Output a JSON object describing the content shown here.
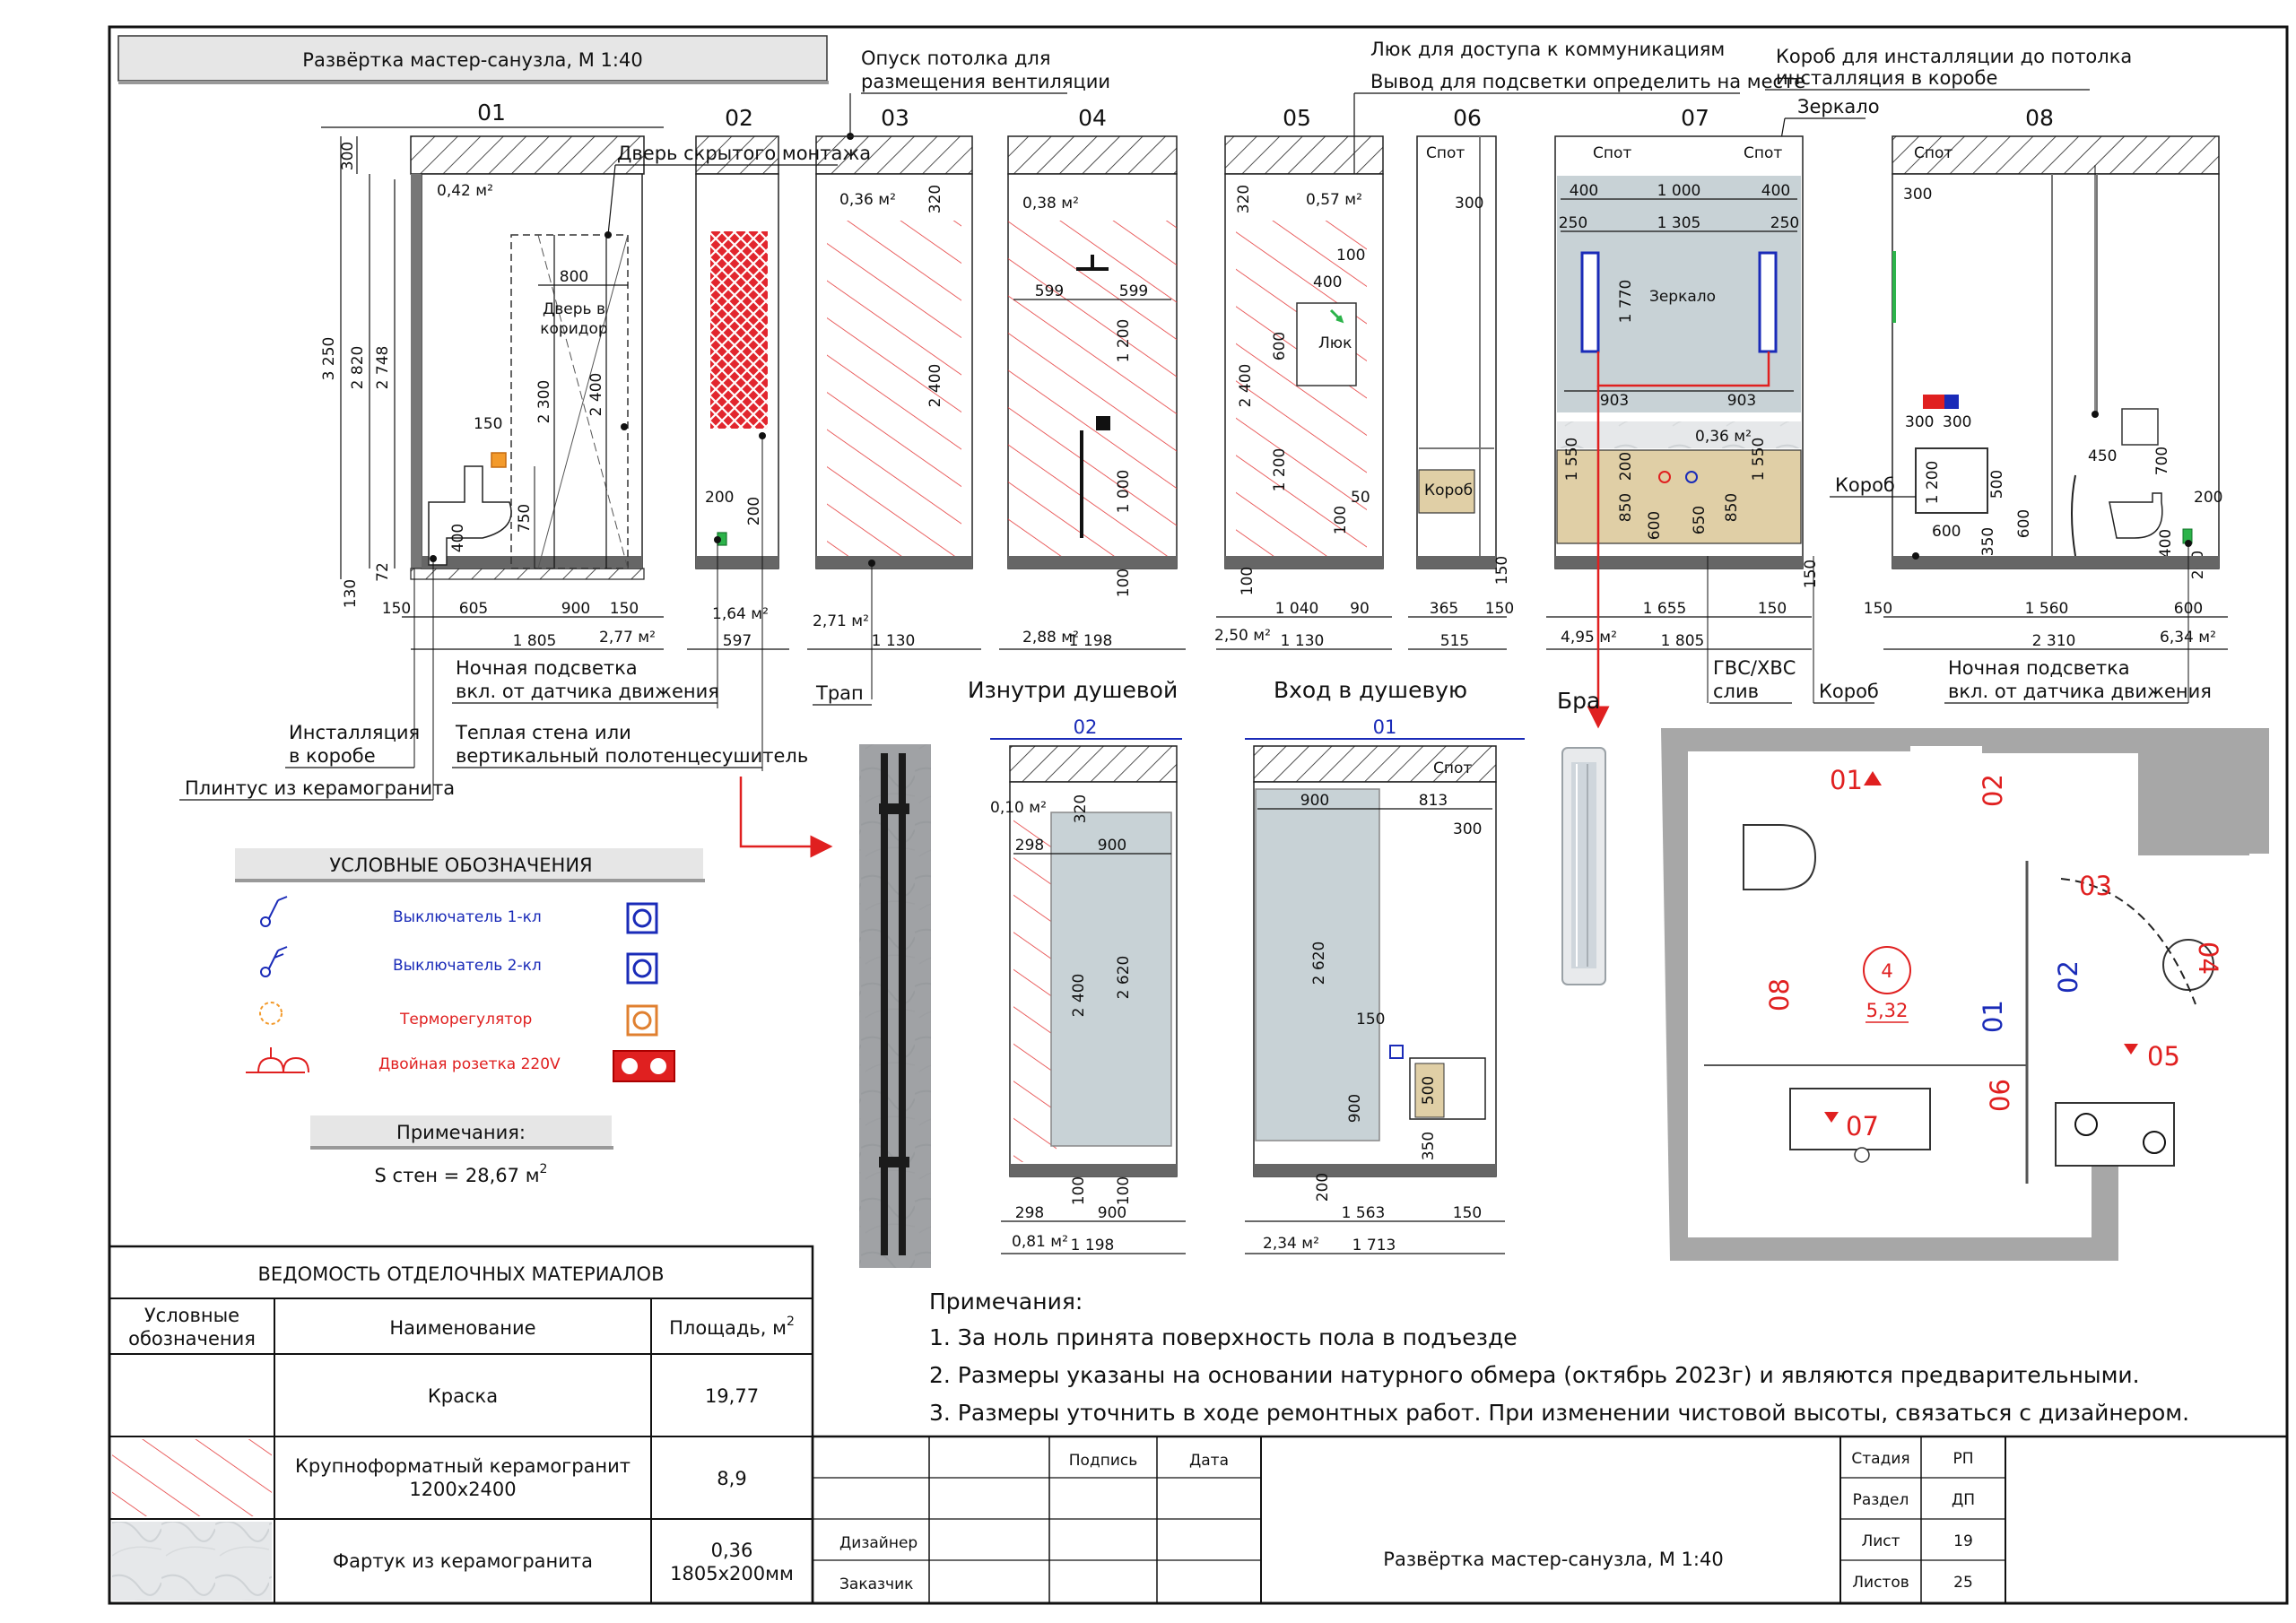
{
  "header": {
    "title": "Развёртка мастер-санузла, М 1:40"
  },
  "callouts": {
    "ceiling_drop": [
      "Опуск потолка для",
      "размещения вентиляции"
    ],
    "hatch": [
      "Люк для доступа к коммуникациям",
      "Вывод для подсветки определить на месте"
    ],
    "box_install": [
      "Короб для инсталляции до потолка",
      "инсталляция в коробе"
    ],
    "mirror": "Зеркало",
    "hidden_door": "Дверь скрытого монтажа",
    "night_light_left": [
      "Ночная подсветка",
      "вкл. от датчика движения"
    ],
    "warm_wall": [
      "Теплая стена или",
      "вертикальный полотенцесушитель"
    ],
    "installation_box": [
      "Инсталляция",
      "в коробе"
    ],
    "plinth": "Плинтус из керамогранита",
    "drain": "Трап",
    "hot_cold": [
      "ГВС/ХВС",
      "слив"
    ],
    "box": "Короб",
    "night_light_right": [
      "Ночная подсветка",
      "вкл. от датчика движения"
    ],
    "sconce": "Бра",
    "inside_shower": "Изнутри душевой",
    "shower_entry": "Вход в душевую",
    "door_label": [
      "Дверь в",
      "коридор"
    ],
    "hatch_label": "Люк",
    "spot": "Спот",
    "box_label": "Короб"
  },
  "elevations": [
    {
      "id": "01"
    },
    {
      "id": "02"
    },
    {
      "id": "03"
    },
    {
      "id": "04"
    },
    {
      "id": "05"
    },
    {
      "id": "06"
    },
    {
      "id": "07"
    },
    {
      "id": "08"
    }
  ],
  "shower_views": [
    {
      "id": "02"
    },
    {
      "id": "01"
    }
  ],
  "dims": {
    "e1": [
      "0,42 м²",
      "800",
      "3 250",
      "2 820",
      "2 748",
      "300",
      "2 300",
      "2 400",
      "150",
      "750",
      "400",
      "72",
      "130",
      "150",
      "605",
      "900",
      "150",
      "2,77 м²",
      "1 805"
    ],
    "e2": [
      "200",
      "200",
      "1,64 м²",
      "597"
    ],
    "e3": [
      "0,36 м²",
      "320",
      "2 400",
      "2,71 м²",
      "1 130"
    ],
    "e4": [
      "0,38 м²",
      "599",
      "599",
      "1 200",
      "1 000",
      "100",
      "2,88 м²",
      "1 198"
    ],
    "e5": [
      "320",
      "0,57 м²",
      "100",
      "400",
      "600",
      "2 400",
      "1 200",
      "50",
      "100",
      "100",
      "1 040",
      "90",
      "2,50 м²",
      "1 130"
    ],
    "e6": [
      "300",
      "150",
      "365",
      "150",
      "515"
    ],
    "e7": [
      "400",
      "1 000",
      "400",
      "250",
      "1 305",
      "250",
      "1 770",
      "903",
      "903",
      "0,36 м²",
      "1 550",
      "200",
      "850",
      "600",
      "650",
      "850",
      "1 550",
      "150",
      "1 655",
      "150",
      "4,95 м²",
      "1 805"
    ],
    "e8": [
      "300",
      "300",
      "300",
      "1 200",
      "600",
      "500",
      "600",
      "350",
      "450",
      "700",
      "200",
      "400",
      "200",
      "150",
      "1 560",
      "600",
      "6,34 м²",
      "2 310"
    ],
    "s2": [
      "0,10 м²",
      "320",
      "298",
      "900",
      "2 400",
      "2 620",
      "100",
      "100",
      "298",
      "900",
      "0,81 м²",
      "1 198"
    ],
    "s1": [
      "900",
      "813",
      "300",
      "2 620",
      "150",
      "500",
      "900",
      "350",
      "200",
      "1 563",
      "150",
      "2,34 м²",
      "1 713"
    ]
  },
  "legend": {
    "title": "УСЛОВНЫЕ ОБОЗНАЧЕНИЯ",
    "items": [
      {
        "label": "Выключатель 1-кл",
        "color": "#1a2bb8"
      },
      {
        "label": "Выключатель 2-кл",
        "color": "#1a2bb8"
      },
      {
        "label": "Терморегулятор",
        "color": "#e02020"
      },
      {
        "label": "Двойная розетка 220V",
        "color": "#e02020"
      }
    ],
    "notes_title": "Примечания:",
    "area": "S стен = 28,67 м"
  },
  "plan": {
    "labels": [
      "01",
      "02",
      "03",
      "04",
      "05",
      "06",
      "07",
      "08",
      "01",
      "02"
    ],
    "room_no": "4",
    "room_area": "5,32"
  },
  "schedule": {
    "title": "ВЕДОМОСТЬ ОТДЕЛОЧНЫХ МАТЕРИАЛОВ",
    "col_symbol": [
      "Условные",
      "обозначения"
    ],
    "col_name": "Наименование",
    "col_area": "Площадь, м",
    "rows": [
      {
        "name": [
          "Краска"
        ],
        "area": [
          "19,77"
        ]
      },
      {
        "name": [
          "Крупноформатный керамогранит",
          "1200х2400"
        ],
        "area": [
          "8,9"
        ]
      },
      {
        "name": [
          "Фартук из керамогранита"
        ],
        "area": [
          "0,36",
          "1805х200мм"
        ]
      }
    ]
  },
  "notes": {
    "title": "Примечания:",
    "items": [
      "1. За ноль принята поверхность пола в подъезде",
      "2. Размеры указаны на основании натурного обмера (октябрь 2023г) и являются предварительными.",
      "3. Размеры уточнить в ходе ремонтных работ. При изменении чистовой высоты, связаться с дизайнером."
    ]
  },
  "stamp": {
    "sign": "Подпись",
    "date": "Дата",
    "designer": "Дизайнер",
    "client": "Заказчик",
    "sheet_title": "Развёртка мастер-санузла, М 1:40",
    "stage_label": "Стадия",
    "stage": "РП",
    "section_label": "Раздел",
    "section": "ДП",
    "sheet_label": "Лист",
    "sheet": "19",
    "sheets_label": "Листов",
    "sheets": "25"
  }
}
